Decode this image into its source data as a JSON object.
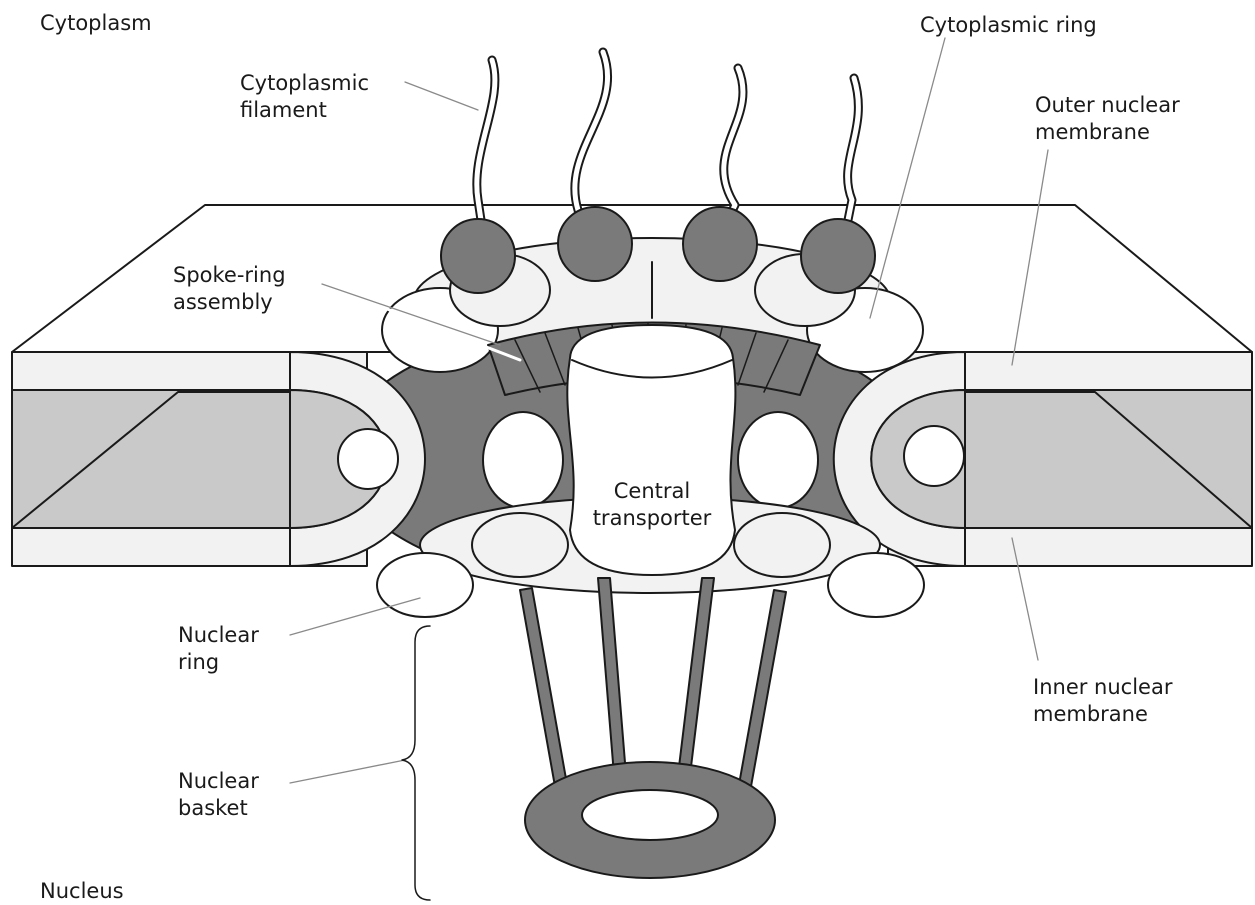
{
  "labels": {
    "cytoplasm": "Cytoplasm",
    "nucleus": "Nucleus",
    "cytoplasmic_filament": [
      "Cytoplasmic",
      "filament"
    ],
    "cytoplasmic_ring": "Cytoplasmic ring",
    "outer_nuclear_membrane": [
      "Outer nuclear",
      "membrane"
    ],
    "spoke_ring_assembly": [
      "Spoke-ring",
      "assembly"
    ],
    "central_transporter": [
      "Central",
      "transporter"
    ],
    "nuclear_ring": [
      "Nuclear",
      "ring"
    ],
    "nuclear_basket": [
      "Nuclear",
      "basket"
    ],
    "inner_nuclear_membrane": [
      "Inner nuclear",
      "membrane"
    ]
  },
  "colors": {
    "outline": "#1a1a1a",
    "dark_gray": "#7a7a7a",
    "mid_gray": "#c9c9c9",
    "light": "#f2f2f2",
    "white": "#ffffff"
  }
}
